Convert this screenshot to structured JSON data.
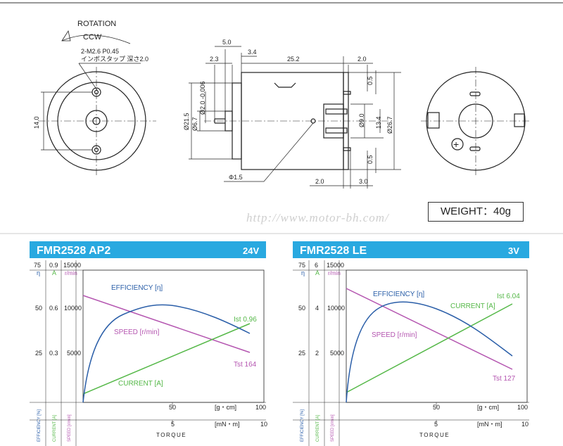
{
  "drawing": {
    "rotation_label": "ROTATION",
    "rotation_dir": "CCW",
    "screw_spec": "2-M2.6 P0.45",
    "screw_note": "インボスタップ 深さ2.0",
    "front_mount_dim": "14.0",
    "dims_top": [
      "5.0",
      "2.3",
      "3.4",
      "25.2",
      "2.0"
    ],
    "dims_left": [
      "Ø21.5",
      "Ø6.7",
      "Ø2.0 -0.006"
    ],
    "dims_right": [
      "0.5",
      "Ø9.0",
      "13.4",
      "Ø26.7",
      "0.5"
    ],
    "dims_bottom": [
      "Φ1.5",
      "2.0",
      "3.0"
    ],
    "plus_symbol": "+"
  },
  "weight": "WEIGHT：40g",
  "watermark": "http://www.motor-bh.com/",
  "panels": [
    {
      "title": "FMR2528 AP2",
      "voltage": "24V",
      "axis_top": {
        "eta": "75",
        "amp": "0.9",
        "speed": "15000"
      },
      "axis_units": {
        "eta": "η",
        "amp": "A",
        "speed": "r/min"
      },
      "eta_ticks": [
        "50",
        "25"
      ],
      "amp_ticks": [
        "0.6",
        "0.3"
      ],
      "speed_ticks": [
        "10000",
        "5000"
      ],
      "torque_g_ticks": [
        "50",
        "100"
      ],
      "torque_g_unit": "[g・cm]",
      "torque_mn_ticks": [
        "5",
        "10"
      ],
      "torque_mn_unit": "[mN・m]",
      "xlabel": "TORQUE",
      "side_labels": [
        "EFFICIENCY [%]",
        "CURRENT [A]",
        "SPEED [r/min]"
      ],
      "labels": {
        "efficiency": "EFFICIENCY [η]",
        "speed": "SPEED [r/min]",
        "current": "CURRENT [A]",
        "ist": "Ist 0.96",
        "tst": "Tst 164"
      }
    },
    {
      "title": "FMR2528 LE",
      "voltage": "3V",
      "axis_top": {
        "eta": "75",
        "amp": "6",
        "speed": "15000"
      },
      "axis_units": {
        "eta": "η",
        "amp": "A",
        "speed": "r/min"
      },
      "eta_ticks": [
        "50",
        "25"
      ],
      "amp_ticks": [
        "4",
        "2"
      ],
      "speed_ticks": [
        "10000",
        "5000"
      ],
      "torque_g_ticks": [
        "50",
        "100"
      ],
      "torque_g_unit": "[g・cm]",
      "torque_mn_ticks": [
        "5",
        "10"
      ],
      "torque_mn_unit": "[mN・m]",
      "xlabel": "TORQUE",
      "side_labels": [
        "EFFICIENCY [%]",
        "CURRENT [A]",
        "SPEED [r/min]"
      ],
      "labels": {
        "efficiency": "EFFICIENCY [η]",
        "speed": "SPEED [r/min]",
        "current": "CURRENT [A]",
        "ist": "Ist 6.04",
        "tst": "Tst 127"
      }
    }
  ],
  "colors": {
    "header": "#29a9e0",
    "efficiency": "#2a5ea8",
    "speed": "#b455b0",
    "current": "#55b848"
  }
}
